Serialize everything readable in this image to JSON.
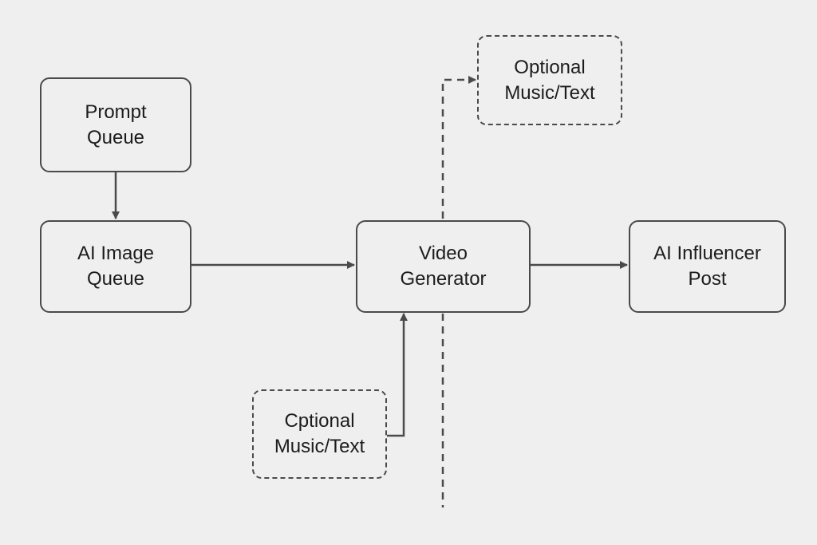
{
  "diagram": {
    "nodes": {
      "prompt_queue": {
        "line1": "Prompt",
        "line2": "Queue"
      },
      "ai_image_queue": {
        "line1": "AI Image",
        "line2": "Queue"
      },
      "video_generator": {
        "line1": "Video",
        "line2": "Generator"
      },
      "ai_influencer_post": {
        "line1": "AI Influencer",
        "line2": "Post"
      },
      "optional_top": {
        "line1": "Optional",
        "line2": "Music/Text"
      },
      "optional_bottom": {
        "line1": "Cptional",
        "line2": "Music/Text"
      }
    },
    "edges": [
      {
        "from": "prompt_queue",
        "to": "ai_image_queue",
        "style": "solid"
      },
      {
        "from": "ai_image_queue",
        "to": "video_generator",
        "style": "solid"
      },
      {
        "from": "video_generator",
        "to": "ai_influencer_post",
        "style": "solid"
      },
      {
        "from": "optional_bottom",
        "to": "video_generator",
        "style": "solid"
      },
      {
        "from": "video_generator",
        "to": "optional_top",
        "style": "dashed"
      }
    ],
    "colors": {
      "background": "#efefef",
      "stroke": "#4a4a4a",
      "text": "#1c1c1c"
    }
  }
}
